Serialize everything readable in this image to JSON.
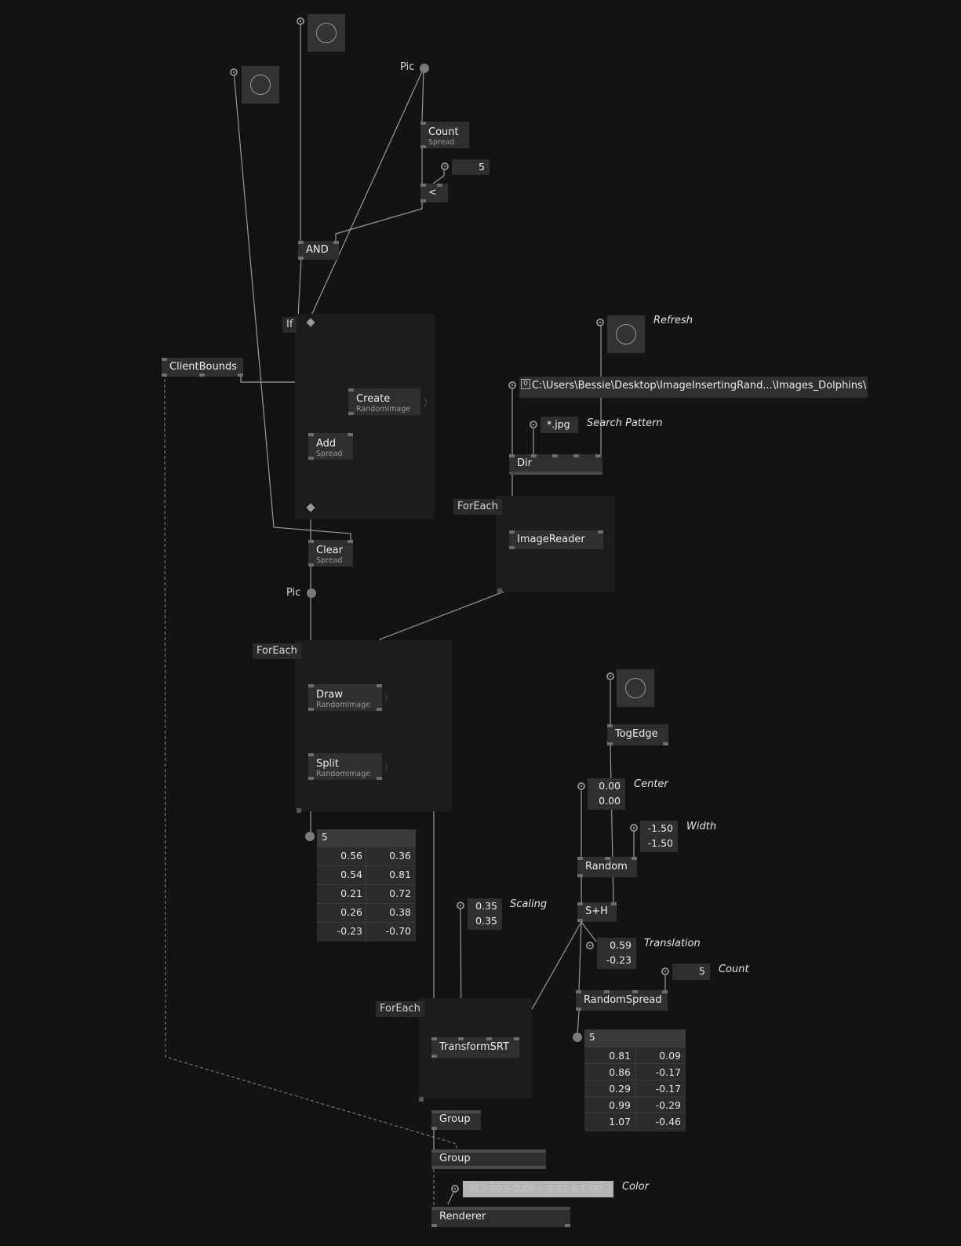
{
  "canvas": {
    "background": "#131313",
    "node_color": "#2f2f2f",
    "wire_color": "#9a9a9a"
  },
  "regions": {
    "if_label": "If",
    "foreach_dir_label": "ForEach",
    "foreach_draw_label": "ForEach",
    "foreach_transform_label": "ForEach"
  },
  "nodes": {
    "count": {
      "title": "Count",
      "sub": "Spread"
    },
    "less_than": {
      "title": "<"
    },
    "and": {
      "title": "AND"
    },
    "client_bounds": {
      "title": "ClientBounds"
    },
    "create": {
      "title": "Create",
      "sub": "RandomImage"
    },
    "add": {
      "title": "Add",
      "sub": "Spread"
    },
    "clear": {
      "title": "Clear",
      "sub": "Spread"
    },
    "dir": {
      "title": "Dir"
    },
    "image_reader": {
      "title": "ImageReader"
    },
    "draw": {
      "title": "Draw",
      "sub": "RandomImage"
    },
    "split": {
      "title": "Split",
      "sub": "RandomImage"
    },
    "tog_edge": {
      "title": "TogEdge"
    },
    "random": {
      "title": "Random"
    },
    "sh": {
      "title": "S+H"
    },
    "random_spread": {
      "title": "RandomSpread"
    },
    "transform_srt": {
      "title": "TransformSRT"
    },
    "group1": {
      "title": "Group"
    },
    "group2": {
      "title": "Group"
    },
    "renderer": {
      "title": "Renderer"
    }
  },
  "labels": {
    "pic_top": "Pic",
    "pic_mid": "Pic",
    "refresh": "Refresh",
    "search_pattern": "Search Pattern",
    "center": "Center",
    "width": "Width",
    "scaling": "Scaling",
    "translation": "Translation",
    "count": "Count",
    "color": "Color"
  },
  "iobox": {
    "compare_value": "5",
    "path_checkbox": "0",
    "path": "C:\\Users\\Bessie\\Desktop\\ImageInsertingRand...\\Images_Dolphins\\",
    "search_pattern": "*.jpg",
    "center": [
      "0.00",
      "0.00"
    ],
    "width": [
      "-1.50",
      "-1.50"
    ],
    "scaling": [
      "0.35",
      "0.35"
    ],
    "translation": [
      "0.59",
      "-0.23"
    ],
    "count": "5",
    "color": "H 0.00 S 0.00 V 0.71 A 1.00"
  },
  "spread_table_1": {
    "count": "5",
    "rows": [
      [
        "0.56",
        "0.36"
      ],
      [
        "0.54",
        "0.81"
      ],
      [
        "0.21",
        "0.72"
      ],
      [
        "0.26",
        "0.38"
      ],
      [
        "-0.23",
        "-0.70"
      ]
    ]
  },
  "spread_table_2": {
    "count": "5",
    "rows": [
      [
        "0.81",
        "0.09"
      ],
      [
        "0.86",
        "-0.17"
      ],
      [
        "0.29",
        "-0.17"
      ],
      [
        "0.99",
        "-0.29"
      ],
      [
        "1.07",
        "-0.46"
      ]
    ]
  }
}
